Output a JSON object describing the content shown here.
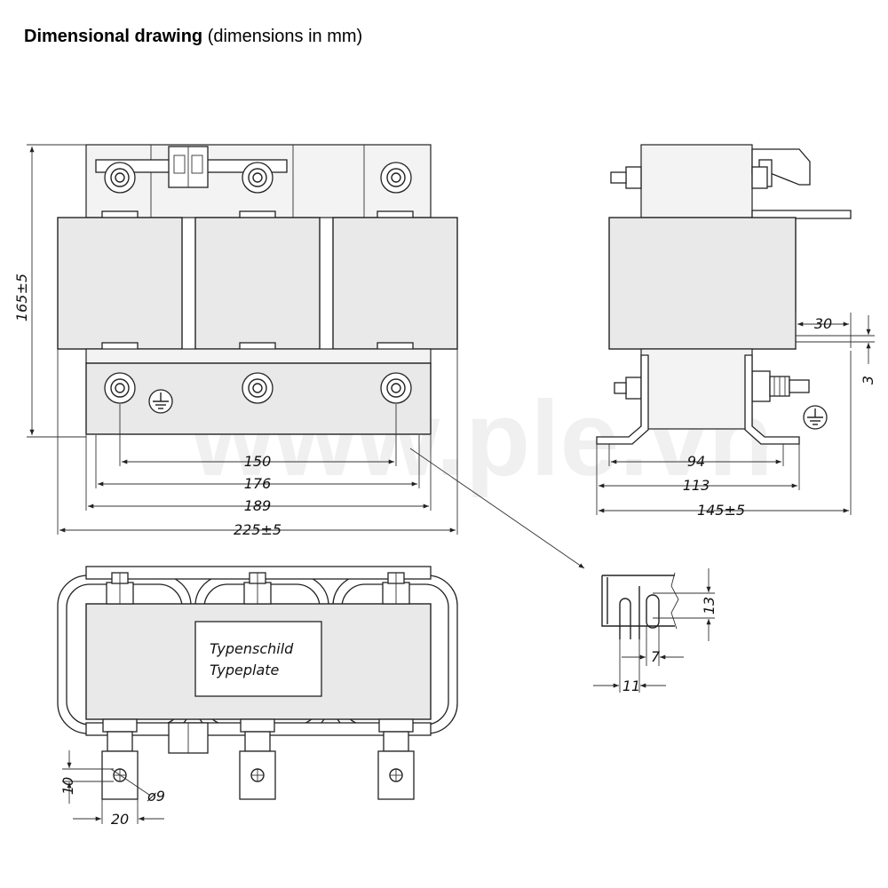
{
  "title": {
    "bold": "Dimensional drawing",
    "rest": "(dimensions in mm)"
  },
  "dimensions": {
    "height": "165±5",
    "d150": "150",
    "d176": "176",
    "d189": "189",
    "width": "225±5",
    "side_30": "30",
    "side_3": "3",
    "side_94": "94",
    "side_113": "113",
    "depth": "145±5",
    "slot_13": "13",
    "slot_7": "7",
    "slot_11": "11",
    "term_10": "10",
    "term_d9": "ø9",
    "term_20": "20"
  },
  "typeplate": {
    "line1": "Typenschild",
    "line2": "Typeplate"
  },
  "watermark": "www.ple.vn",
  "icons": [
    "ground-symbol-icon"
  ]
}
